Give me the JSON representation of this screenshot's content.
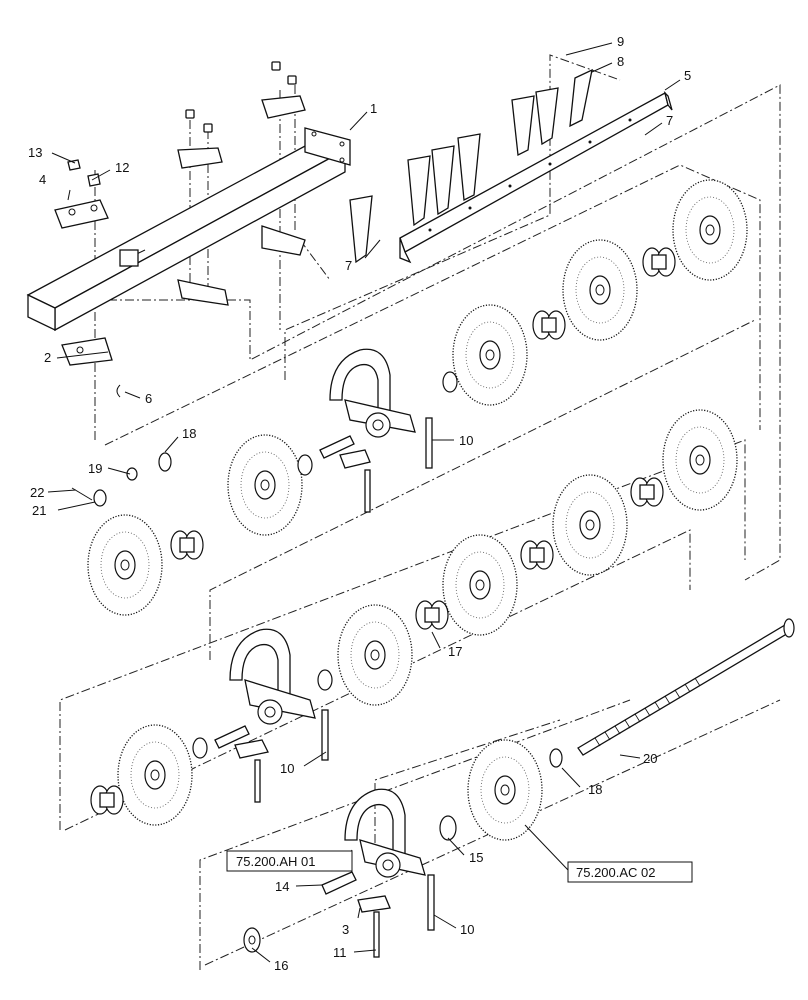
{
  "callouts": [
    {
      "id": "c1",
      "text": "1"
    },
    {
      "id": "c2",
      "text": "2"
    },
    {
      "id": "c3",
      "text": "3"
    },
    {
      "id": "c4",
      "text": "4"
    },
    {
      "id": "c5",
      "text": "5"
    },
    {
      "id": "c6",
      "text": "6"
    },
    {
      "id": "c7a",
      "text": "7"
    },
    {
      "id": "c7b",
      "text": "7"
    },
    {
      "id": "c8",
      "text": "8"
    },
    {
      "id": "c9",
      "text": "9"
    },
    {
      "id": "c10a",
      "text": "10"
    },
    {
      "id": "c10b",
      "text": "10"
    },
    {
      "id": "c10c",
      "text": "10"
    },
    {
      "id": "c11",
      "text": "11"
    },
    {
      "id": "c12",
      "text": "12"
    },
    {
      "id": "c13",
      "text": "13"
    },
    {
      "id": "c14",
      "text": "14"
    },
    {
      "id": "c15",
      "text": "15"
    },
    {
      "id": "c16",
      "text": "16"
    },
    {
      "id": "c17",
      "text": "17"
    },
    {
      "id": "c18a",
      "text": "18"
    },
    {
      "id": "c18b",
      "text": "18"
    },
    {
      "id": "c19",
      "text": "19"
    },
    {
      "id": "c20",
      "text": "20"
    },
    {
      "id": "c21",
      "text": "21"
    },
    {
      "id": "c22",
      "text": "22"
    }
  ],
  "references": {
    "ref_ah": "75.200.AH 01",
    "ref_ac": "75.200.AC 02"
  }
}
